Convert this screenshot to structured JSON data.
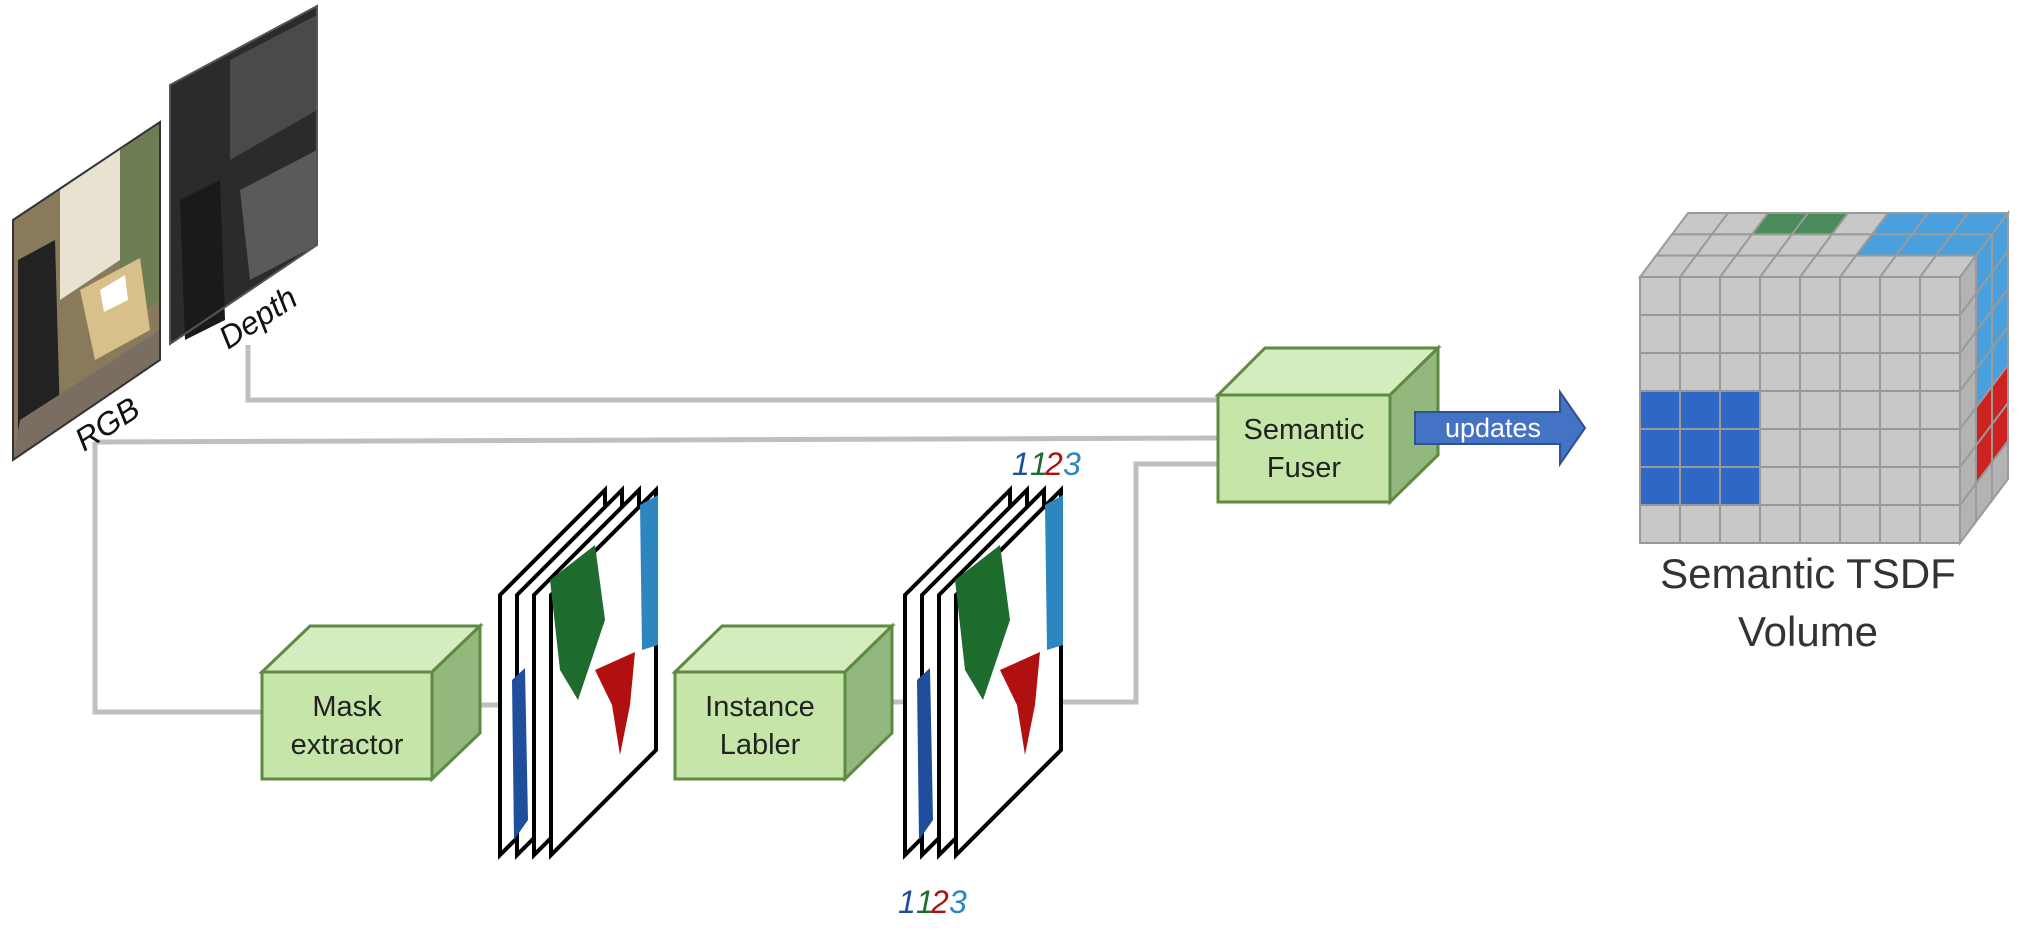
{
  "inputs": {
    "rgb_label": "RGB",
    "depth_label": "Depth"
  },
  "modules": {
    "mask_extractor": {
      "line1": "Mask",
      "line2": "extractor"
    },
    "instance_labler": {
      "line1": "Instance",
      "line2": "Labler"
    },
    "semantic_fuser": {
      "line1": "Semantic",
      "line2": "Fuser"
    }
  },
  "arrow": {
    "label": "updates"
  },
  "output": {
    "line1": "Semantic TSDF",
    "line2": "Volume"
  },
  "instance_ids": [
    "1",
    "1",
    "2",
    "3"
  ],
  "colors": {
    "box_face": "#c5e5a9",
    "box_top": "#d4ecbe",
    "box_side": "#93b87d",
    "box_stroke": "#5e8a42",
    "wire": "#bfbfbf",
    "arrow": "#4472c4",
    "mask_blue_dark": "#1f4e9c",
    "mask_green": "#1e6b2e",
    "mask_red": "#b01010",
    "mask_blue_light": "#2e86c1",
    "voxel_grey": "#c8c8c8",
    "voxel_blue": "#2f67c7",
    "voxel_light_blue": "#49a0dc",
    "voxel_red": "#cc2222",
    "voxel_green": "#4a8c5a"
  }
}
